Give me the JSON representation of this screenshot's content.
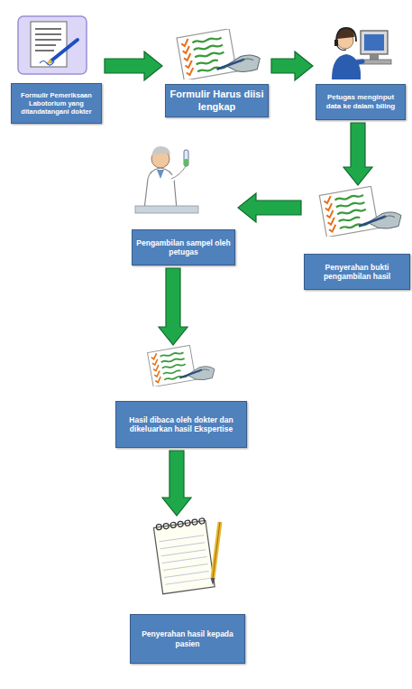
{
  "diagram": {
    "nodes": [
      {
        "text": [
          "Formulir Pemeriksaan Labotorium yang ditandatangani dokter"
        ]
      },
      {
        "text": [
          "Formulir Harus diisi lengkap"
        ]
      },
      {
        "text": [
          "Petugas menginput data ke dalam biling"
        ]
      },
      {
        "text": [
          "Penyerahan bukti pengambilan hasil"
        ]
      },
      {
        "text": [
          "Pengambilan sampel oleh petugas"
        ]
      },
      {
        "text": [
          "Hasil dibaca oleh dokter dan dikeluarkan hasil Ekspertise"
        ]
      },
      {
        "text": [
          "Penyerahan hasil kepada pasien"
        ]
      }
    ],
    "edges": [
      {
        "from": 0,
        "to": 1,
        "arrow": "to"
      },
      {
        "from": 1,
        "to": 2,
        "arrow": "to"
      },
      {
        "from": 2,
        "to": 3,
        "arrow": "to"
      },
      {
        "from": 3,
        "to": 4,
        "arrow": "to"
      },
      {
        "from": 4,
        "to": 5,
        "arrow": "to"
      },
      {
        "from": 5,
        "to": 6,
        "arrow": "to"
      }
    ]
  }
}
